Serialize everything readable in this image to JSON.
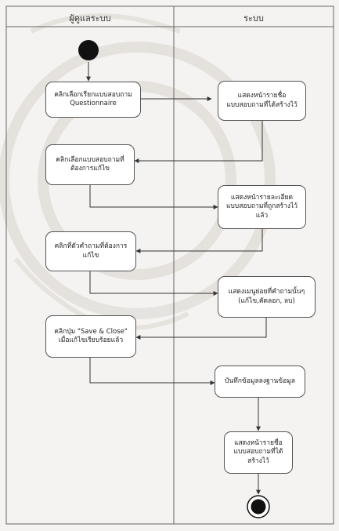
{
  "lanes": {
    "left": "ผู้ดูแลระบบ",
    "right": "ระบบ"
  },
  "actions": {
    "a1": "คลิกเลือกเรียกแบบสอบถาม\nQuestionnaire",
    "a2": "แสดงหน้ารายชื่อ\nแบบสอบถามที่ได้สร้างไว้",
    "a3": "คลิกเลือกแบบสอบถามที่\nต้องการแก้ไข",
    "a4": "แสดงหน้ารายละเอียด\nแบบสอบถามที่ถูกสร้างไว้\nแล้ว",
    "a5": "คลิกที่ตัวคำถามที่ต้องการ\nแก้ไข",
    "a6": "แสดงเมนูย่อยที่คำถามนั้นๆ\n(แก้ไข,คัดลอก, ลบ)",
    "a7": "คลิกปุ่ม \"Save & Close\"\nเมื่อแก้ไขเรียบร้อยแล้ว",
    "a8": "บันทึกข้อมูลลงฐานข้อมูล",
    "a9": "แสดงหน้ารายชื่อ\nแบบสอบถามที่ได้\nสร้างไว้"
  },
  "colors": {
    "line": "#333333",
    "node_border": "#555555",
    "node_fill": "#ffffff",
    "background": "#f4f3f1"
  }
}
